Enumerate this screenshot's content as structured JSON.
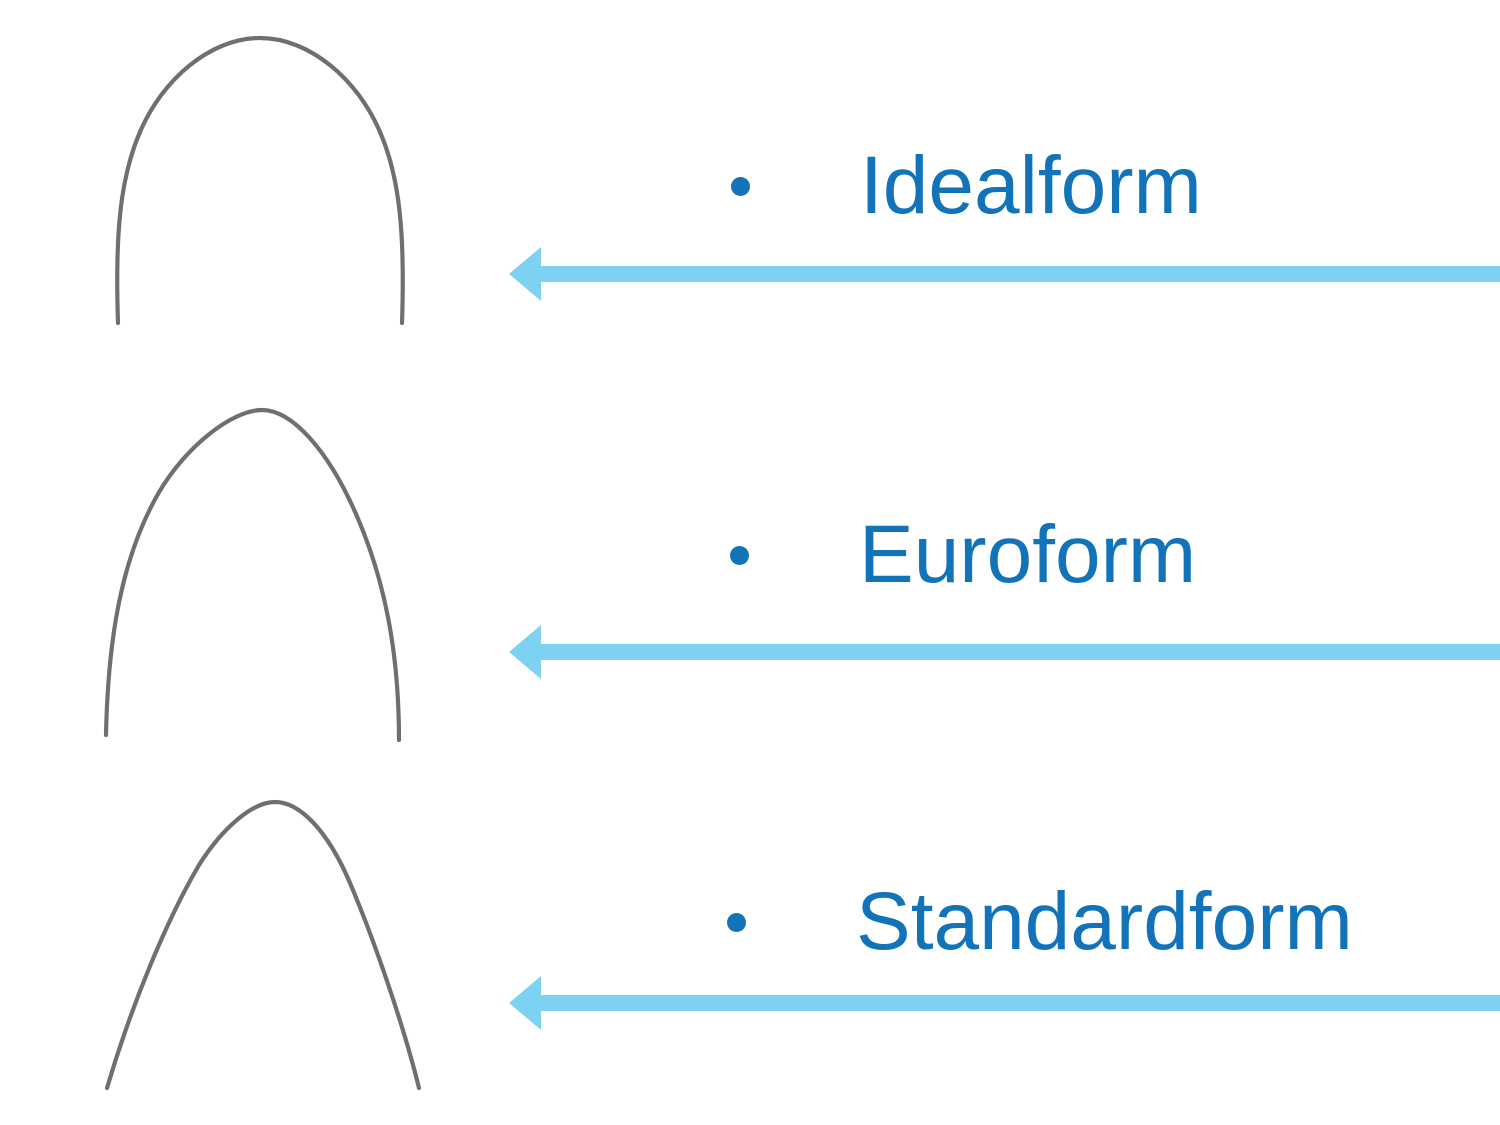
{
  "slide": {
    "background": "#ffffff",
    "rows": [
      {
        "label": "Idealform"
      },
      {
        "label": "Euroform"
      },
      {
        "label": "Standardform"
      }
    ]
  },
  "colors": {
    "text_blue": "#1273b8",
    "arrow_blue": "#7dd1f1",
    "wire_gray": "#6d7073"
  },
  "icons": {
    "bullet": "filled-circle",
    "arrow": "left-arrow"
  }
}
